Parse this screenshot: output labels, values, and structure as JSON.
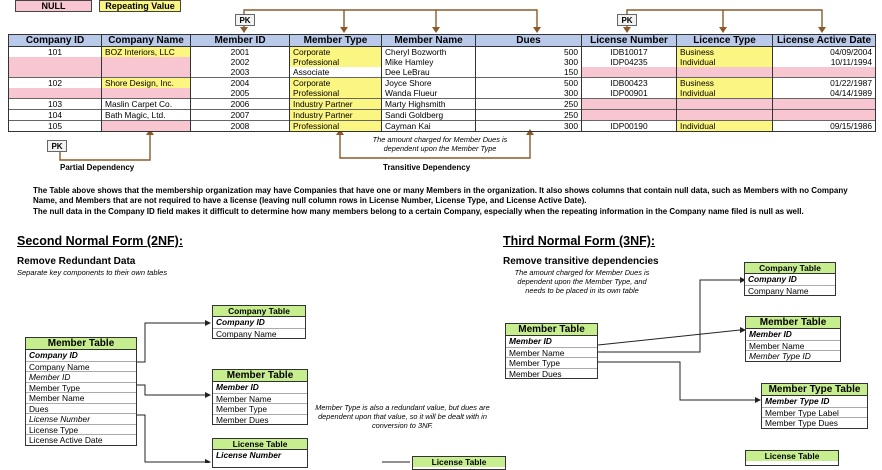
{
  "legend": {
    "null": "NULL",
    "repeating": "Repeating Value"
  },
  "colors": {
    "header": "#b9c9e9",
    "null": "#f7c6d1",
    "repeating": "#fbf582",
    "entity_title": "#c7ee8e",
    "arrow": "#8a5a2b"
  },
  "pk": "PK",
  "main_table": {
    "headers": [
      "Company ID",
      "Company Name",
      "Member ID",
      "Member Type",
      "Member Name",
      "Dues",
      "License Number",
      "Licence Type",
      "License Active Date"
    ],
    "rows": [
      [
        "101",
        "BOZ Interiors, LLC",
        "2001",
        "Corporate",
        "Cheryl Bozworth",
        "500",
        "IDB10017",
        "Business",
        "04/09/2004"
      ],
      [
        "",
        "",
        "2002",
        "Professional",
        "Mike Hamley",
        "300",
        "IDP04235",
        "Individual",
        "10/11/1994"
      ],
      [
        "",
        "",
        "2003",
        "Associate",
        "Dee LeBrau",
        "150",
        "",
        "",
        ""
      ],
      [
        "102",
        "Shore Design, Inc.",
        "2004",
        "Corporate",
        "Joyce Shore",
        "500",
        "IDB00423",
        "Business",
        "01/22/1987"
      ],
      [
        "",
        "",
        "2005",
        "Professional",
        "Wanda Flueur",
        "300",
        "IDP00901",
        "Individual",
        "04/14/1989"
      ],
      [
        "103",
        "Maslin Carpet Co.",
        "2006",
        "Industry Partner",
        "Marty Highsmith",
        "250",
        "",
        "",
        ""
      ],
      [
        "104",
        "Bath Magic, Ltd.",
        "2007",
        "Industry Partner",
        "Sandi Goldberg",
        "250",
        "",
        "",
        ""
      ],
      [
        "105",
        "",
        "2008",
        "Professional",
        "Cayman Kai",
        "300",
        "IDP00190",
        "Individual",
        "09/15/1986"
      ]
    ]
  },
  "notes": {
    "dues_note": "The amount charged for Member Dues is dependent upon the Member Type",
    "partial_dependency": "Partial Dependency",
    "transitive_dependency": "Transitive Dependency"
  },
  "paragraph": {
    "line1": "The Table above shows that the membership organization may have Companies that have one or many Members in the organization. It also shows columns that contain null data, such as Members with no Company Name, and Members that are not required to have a license (leaving null column rows in License Number, License Type, and License Active Date).",
    "line2": "The null data in the Company ID field makes it difficult to determine how many members belong to a certain Company, especially when the repeating information in the Company name filed is null as well."
  },
  "nf2": {
    "heading": "Second Normal Form (2NF):",
    "subheading": "Remove Redundant Data",
    "subtext": "Separate key components to their own tables",
    "note": "Member Type is also a redundant value, but dues are dependent upon that value, so it will be dealt with in conversion to 3NF.",
    "member_table": {
      "title": "Member Table",
      "fields": [
        "Company ID",
        "Company Name",
        "Member ID",
        "Member Type",
        "Member Name",
        "Dues",
        "License Number",
        "License Type",
        "License Active Date"
      ]
    },
    "company_table": {
      "title": "Company Table",
      "fields": [
        "Company ID",
        "Company Name"
      ]
    },
    "member_table2": {
      "title": "Member Table",
      "fields": [
        "Member ID",
        "Member Name",
        "Member Type",
        "Member Dues"
      ]
    },
    "license_table": {
      "title": "License Table",
      "fields": [
        "License Number"
      ]
    },
    "license_table2": {
      "title": "License Table"
    }
  },
  "nf3": {
    "heading": "Third Normal Form (3NF):",
    "subheading": "Remove transitive dependencies",
    "subtext": "The amount charged for Member Dues is dependent upon the Member Type, and needs to be placed in its own table",
    "company_table": {
      "title": "Company Table",
      "fields": [
        "Company ID",
        "Company Name"
      ]
    },
    "member_table": {
      "title": "Member Table",
      "fields": [
        "Member ID",
        "Member Name",
        "Member Type",
        "Member Dues"
      ]
    },
    "member_table2": {
      "title": "Member Table",
      "fields": [
        "Member ID",
        "Member Name",
        "Member Type ID"
      ]
    },
    "member_type_table": {
      "title": "Member Type Table",
      "fields": [
        "Member Type ID",
        "Member Type Label",
        "Member Type Dues"
      ]
    },
    "license_table": {
      "title": "License Table"
    }
  }
}
